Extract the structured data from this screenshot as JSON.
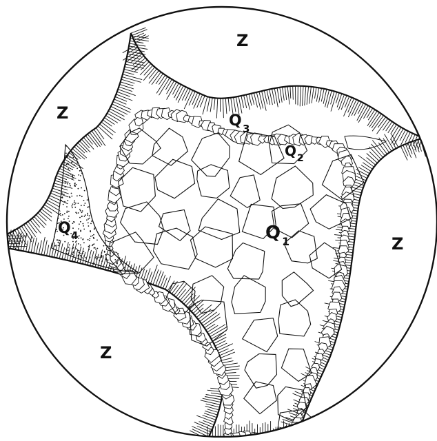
{
  "figure": {
    "labels": {
      "z_top": "Z",
      "z_left": "Z",
      "z_right": "Z",
      "z_bottom": "Z",
      "q1_main": "Q",
      "q1_sub": "1",
      "q2_main": "Q",
      "q2_sub": "2",
      "q3_main": "Q",
      "q3_sub": "3",
      "q4_main": "Q",
      "q4_sub": "4"
    },
    "colors": {
      "ink": "#111111",
      "paper": "#ffffff"
    }
  }
}
